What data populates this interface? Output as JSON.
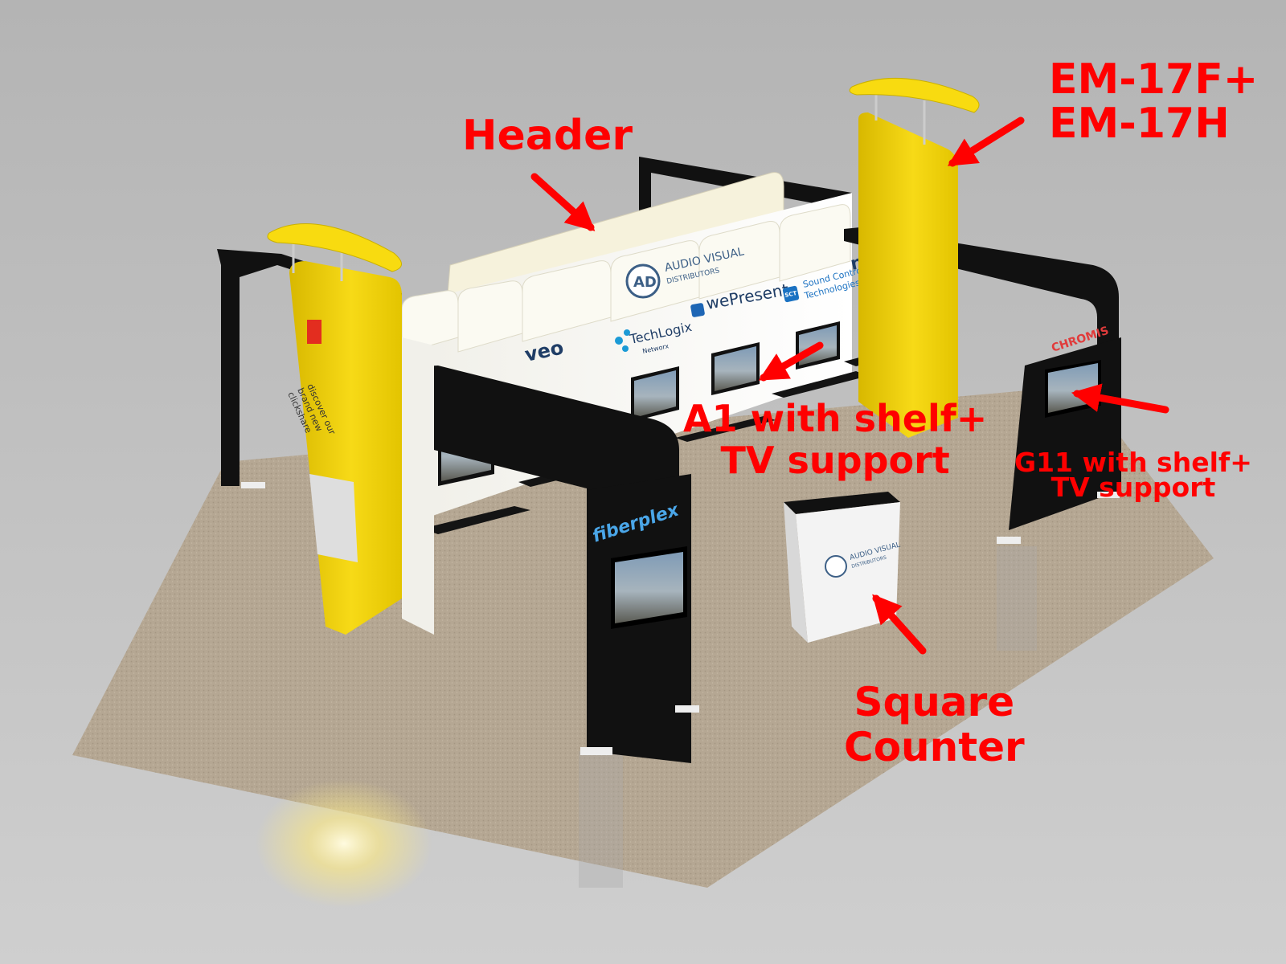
{
  "annotations": {
    "header": {
      "line1": "Header"
    },
    "em_corner": {
      "line1": "EM-17F+",
      "line2": "EM-17H"
    },
    "a1_wall": {
      "line1": "A1 with shelf+",
      "line2": "TV support"
    },
    "g11_unit": {
      "line1": "G11 with shelf+",
      "line2": "TV support"
    },
    "counter": {
      "line1": "Square",
      "line2": "Counter"
    }
  },
  "graphics": {
    "brand_header": {
      "line1": "AUDIO VISUAL",
      "line2": "DISTRIBUTORS"
    },
    "wepresent": "wePresent",
    "techlogix": {
      "line1": "TechLogix",
      "line2": "Networx"
    },
    "sound_control": {
      "line1": "Sound Control",
      "line2": "Technologies"
    },
    "sct_badge": "SCT",
    "fiberplex": "fiberplex",
    "chromis": "CHROMIS",
    "counter_brand": {
      "line1": "AUDIO VISUAL",
      "line2": "DISTRIBUTORS"
    },
    "clickshare": {
      "line1": "discover our",
      "line2": "brand new",
      "line3": "clickshare"
    },
    "vivo_left": "veo",
    "vivo_right": "nive"
  },
  "colors": {
    "label_red": "#ff0000",
    "booth_yellow": "#f2d40c",
    "booth_black": "#111111",
    "carpet": "#b3a591",
    "floor_grey": "#c4c4c4"
  }
}
